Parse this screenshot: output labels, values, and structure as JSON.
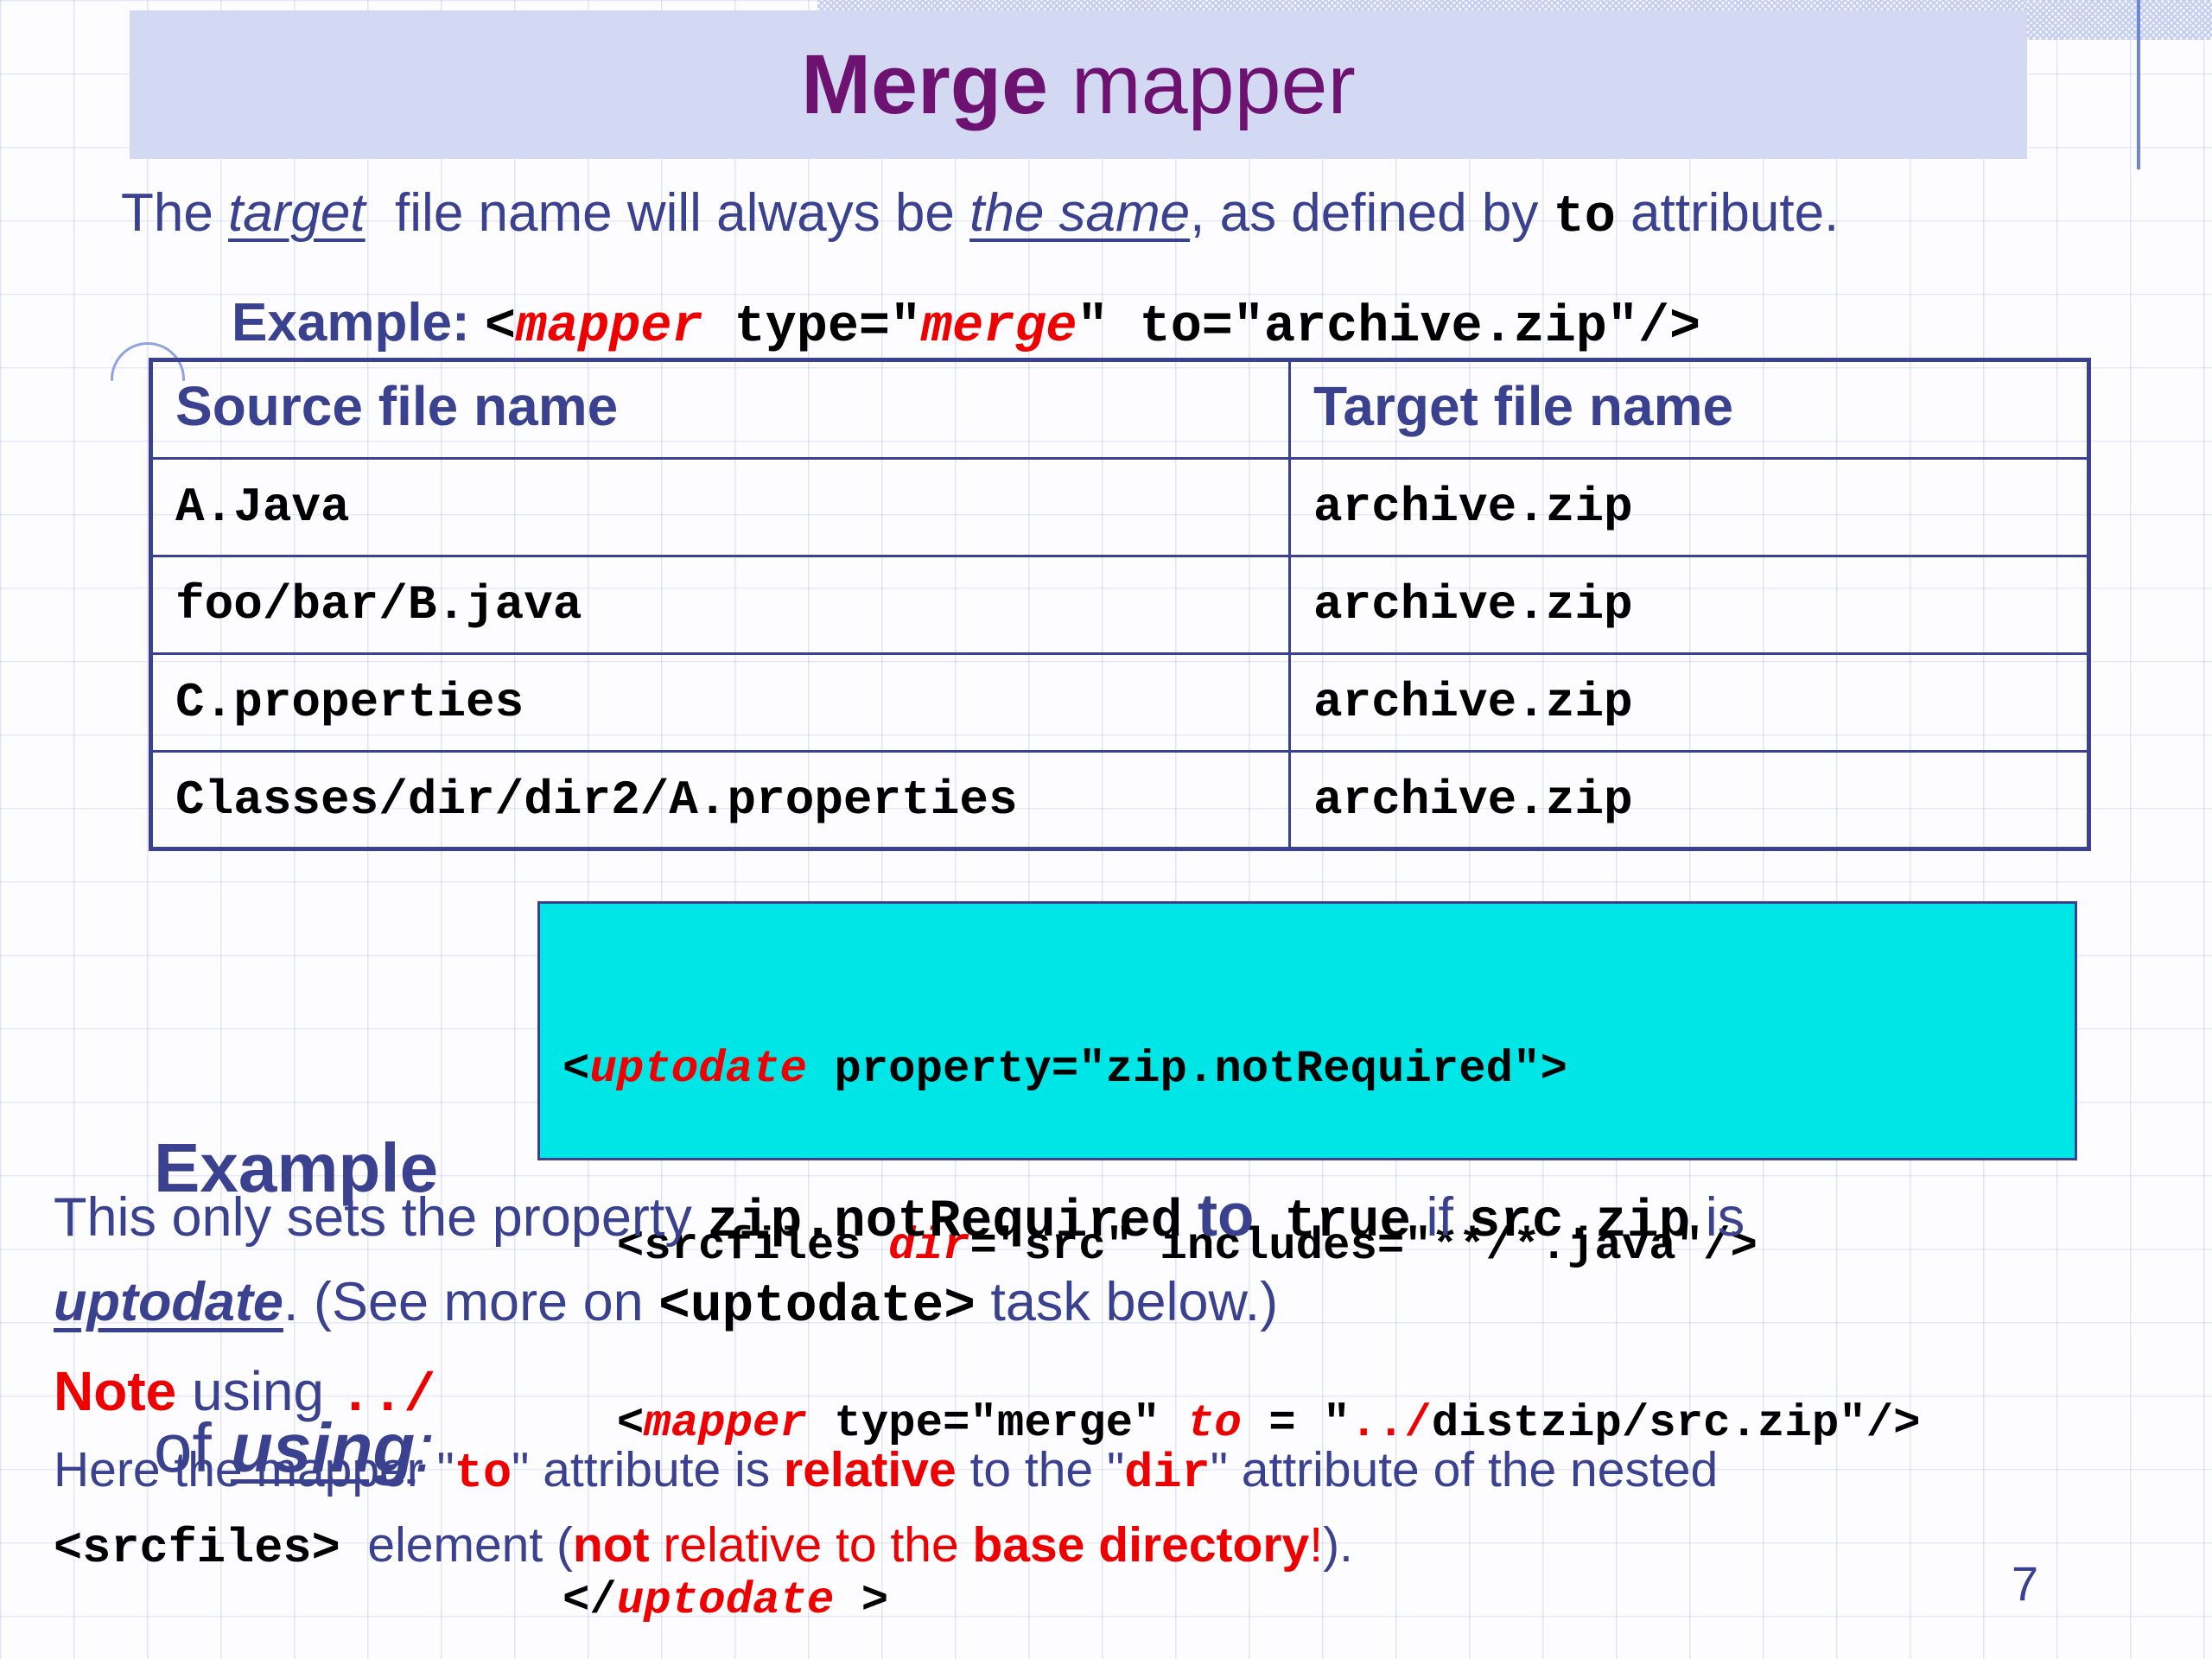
{
  "slide": {
    "page_number": "7",
    "title": [
      {
        "t": "Merge",
        "c": "tb"
      },
      {
        "t": " mapper",
        "c": "tr"
      }
    ],
    "intro": [
      {
        "t": "The ",
        "c": "n"
      },
      {
        "t": "target",
        "c": "niu"
      },
      {
        "t": "  file name will always be ",
        "c": "n"
      },
      {
        "t": "the same",
        "c": "niu"
      },
      {
        "t": ", as defined by ",
        "c": "n"
      },
      {
        "t": "to",
        "c": "m"
      },
      {
        "t": " attribute.",
        "c": "n"
      }
    ],
    "example": {
      "label": "Example: ",
      "code": [
        {
          "t": "<",
          "c": "m"
        },
        {
          "t": "mapper",
          "c": "mri"
        },
        {
          "t": " type=\"",
          "c": "m"
        },
        {
          "t": "merge",
          "c": "mri"
        },
        {
          "t": "\" to=\"archive.zip\"/>",
          "c": "m"
        }
      ]
    },
    "table": {
      "headers": [
        "Source file name",
        "Target file name"
      ],
      "rows": [
        {
          "source": "A.Java",
          "target": "archive.zip"
        },
        {
          "source": "foo/bar/B.java",
          "target": "archive.zip"
        },
        {
          "source": "C.properties",
          "target": "archive.zip"
        },
        {
          "source": "Classes/dir/dir2/A.properties",
          "target": "archive.zip"
        }
      ]
    },
    "side_label": {
      "line1": [
        {
          "t": "Example",
          "c": "nbBig"
        }
      ],
      "line2": [
        {
          "t": "of ",
          "c": "n"
        },
        {
          "t": "using",
          "c": "nbiu"
        },
        {
          "t": ":",
          "c": "ni"
        }
      ]
    },
    "code_block": {
      "lines": [
        [
          {
            "t": "<",
            "c": "m"
          },
          {
            "t": "uptodate",
            "c": "mri"
          },
          {
            "t": " property=\"zip.notRequired\">",
            "c": "m"
          }
        ],
        [
          {
            "t": "  <srcfiles ",
            "c": "m"
          },
          {
            "t": "dir",
            "c": "mri"
          },
          {
            "t": "=\"src\" includes=\"**/*.java\"/>",
            "c": "m"
          }
        ],
        [
          {
            "t": "  <",
            "c": "m"
          },
          {
            "t": "mapper",
            "c": "mri"
          },
          {
            "t": " type=\"merge\" ",
            "c": "m"
          },
          {
            "t": "to",
            "c": "mri"
          },
          {
            "t": " = \"",
            "c": "m"
          },
          {
            "t": "../",
            "c": "mr"
          },
          {
            "t": "distzip/src.zip\"/>",
            "c": "m"
          }
        ],
        [
          {
            "t": "</",
            "c": "m"
          },
          {
            "t": "uptodate",
            "c": "mri"
          },
          {
            "t": " >",
            "c": "m"
          }
        ]
      ]
    },
    "uptodate_para": [
      {
        "t": "This only sets the property ",
        "c": "n"
      },
      {
        "t": "zip.notRequired",
        "c": "m"
      },
      {
        "t": " ",
        "c": "n"
      },
      {
        "t": "to",
        "c": "nbL"
      },
      {
        "t": "  ",
        "c": "n"
      },
      {
        "t": "true",
        "c": "m"
      },
      {
        "t": " if ",
        "c": "n"
      },
      {
        "t": "src.zip",
        "c": "m"
      },
      {
        "t": " is\n",
        "c": "n"
      },
      {
        "t": "uptodate",
        "c": "nbiu"
      },
      {
        "t": ". (See more on ",
        "c": "n"
      },
      {
        "t": "<uptodate>",
        "c": "m"
      },
      {
        "t": " task below.)",
        "c": "n"
      }
    ],
    "note_line": [
      {
        "t": "Note",
        "c": "rb"
      },
      {
        "t": " using ",
        "c": "n"
      },
      {
        "t": "../",
        "c": "mr"
      }
    ],
    "mapper_note": [
      {
        "t": "Here the mapper \"",
        "c": "n"
      },
      {
        "t": "to",
        "c": "mr"
      },
      {
        "t": "\" attribute is ",
        "c": "n"
      },
      {
        "t": "relative",
        "c": "rb"
      },
      {
        "t": " to the \"",
        "c": "n"
      },
      {
        "t": "dir",
        "c": "mr"
      },
      {
        "t": "\" attribute of the nested\n",
        "c": "n"
      },
      {
        "t": "<srcfiles>",
        "c": "m"
      },
      {
        "t": "  element (",
        "c": "n"
      },
      {
        "t": "not",
        "c": "rb"
      },
      {
        "t": " relative to the ",
        "c": "r"
      },
      {
        "t": "base directory",
        "c": "rb"
      },
      {
        "t": "!",
        "c": "r"
      },
      {
        "t": ").",
        "c": "n"
      }
    ],
    "colors": {
      "title_purple": "#6d1270",
      "body_navy": "#3a418f",
      "emphasis_red": "#ee0000",
      "code_box_cyan": "#00e6e6",
      "title_bar_bg": "#d3d9f3",
      "table_border_navy": "#3a4290"
    }
  }
}
